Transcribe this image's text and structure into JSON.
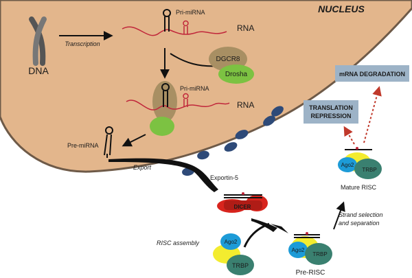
{
  "nucleus": {
    "title": "NUCLEUS",
    "fill": "#e3b68c",
    "edge": "#6e5a48"
  },
  "labels": {
    "dna": "DNA",
    "transcription": "Transcription",
    "rna_top": "RNA",
    "rna_mid": "RNA",
    "pri_mirna_top": "Pri-miRNA",
    "pri_mirna_mid": "Pri-miRNA",
    "dgcr8": "DGCR8",
    "drosha": "Drosha",
    "pre_mirna": "Pre-miRNA",
    "export": "Export",
    "exportin5": "Exportin-5",
    "dicer": "DICER",
    "risc_assembly": "RISC assembly",
    "ago2_a": "Ago2",
    "trbp_a": "TRBP",
    "ago2_b": "Ago2",
    "trbp_b": "TRBP",
    "pre_risc": "Pre-RISC",
    "strand_line1": "Strand selection",
    "strand_line2": "and separation",
    "ago2_c": "Ago2",
    "trbp_c": "TRBP",
    "mature_risc": "Mature RISC",
    "translation_line1": "TRANSLATION",
    "translation_line2": "REPRESSION",
    "mrna_degradation": "mRNA DEGRADATION"
  },
  "colors": {
    "rna": "#c0263a",
    "dgcr8": "#a88f63",
    "drosha": "#7cc242",
    "ago2": "#1d9bd7",
    "trbp": "#3a8070",
    "yellow": "#f3ec2f",
    "dicer": "#d8241d",
    "pore": "#2e4a78",
    "outcome_box": "#9db3c7",
    "dotted_arrow": "#c0392b"
  }
}
